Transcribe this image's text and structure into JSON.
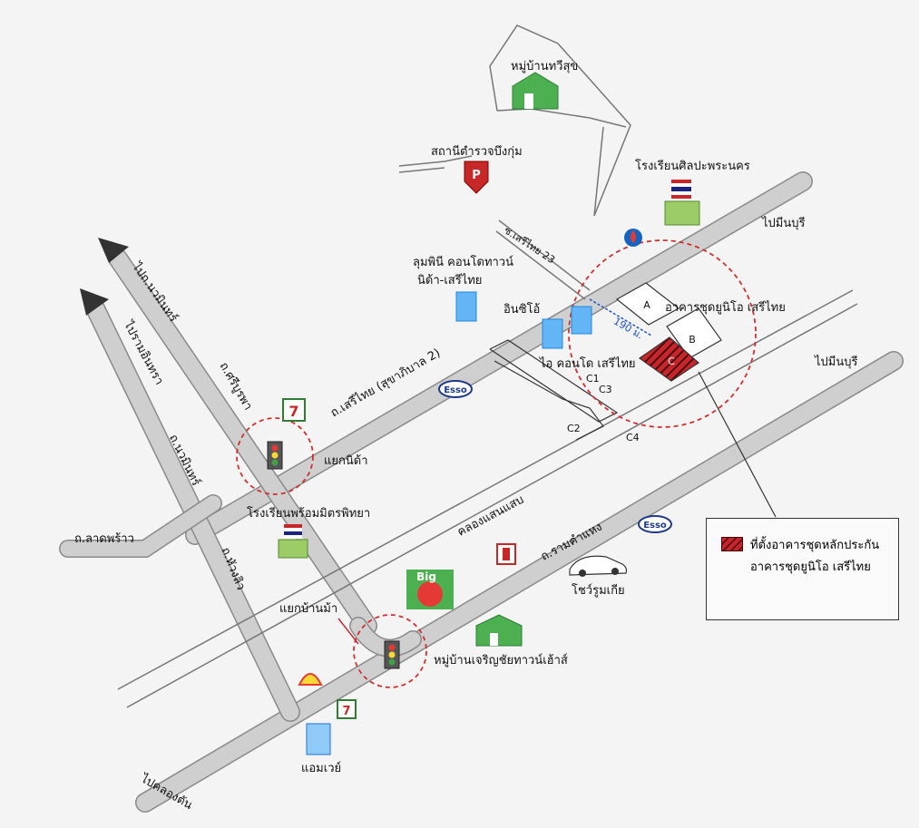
{
  "labels": {
    "village_top": "หมู่บ้านทวีสุข",
    "police_station": "สถานีตำรวจบึงกุ่ม",
    "school_art": "โรงเรียนศิลปะพระนคร",
    "soi_23": "ซ.เสรีไทย 23",
    "to_minburi_1": "ไปมีนบุรี",
    "to_minburi_2": "ไปมีนบุรี",
    "lumpini": "ลุมพินี คอนโดทาวน์",
    "lumpini_2": "นิด้า-เสรีไทย",
    "insito": "อินซิโอ้",
    "condo_unio": "อาคารชุดยูนิโอ เสรีไทย",
    "ideo": "ไอ คอนโด เสรีไทย",
    "distance": "190 ม.",
    "bldg_a": "A",
    "bldg_b": "B",
    "bldg_c": "C",
    "c1": "C1",
    "c2": "C2",
    "c3": "C3",
    "c4": "C4",
    "to_nawamin": "ไปถ.นวมินทร์",
    "to_ramintra": "ไปรามอินทรา",
    "sri_burapha": "ถ.ศรีบูรพา",
    "nawamin_rd": "ถ.นวมินทร์",
    "serithai_rd": "ถ.เสรีไทย (สุขาภิบาล 2)",
    "nida_junction": "แยกนิด้า",
    "school_mitr": "โรงเรียนพร้อมมิตรพิทยา",
    "lat_phrao": "ถ.ลาดพร้าว",
    "huai_khwang": "ถ.หัวงลิว",
    "khlong": "คลองแสนแสบ",
    "ramkhamhaeng": "ถ.รามคำแหง",
    "esso_1": "Esso",
    "esso_2": "Esso",
    "ban_ma": "แยกบ้านม้า",
    "big_c": "Big",
    "showroom": "โชว์รูมเกีย",
    "village_charoen": "หมู่บ้านเจริญชัยทาวน์เฮ้าส์",
    "amway": "แอมเวย์",
    "to_khlong_ton": "ไปคลองตัน",
    "seven": "7",
    "parking": "P"
  },
  "legend": {
    "line1": "ที่ตั้งอาคารชุดหลักประกัน",
    "line2": "อาคารชุดยูนิโอ เสรีไทย"
  },
  "colors": {
    "road": "#c8c8c8",
    "road_edge": "#8a8a8a",
    "circle": "#d32f2f",
    "site": "#c8262c",
    "arrow": "#333333"
  }
}
